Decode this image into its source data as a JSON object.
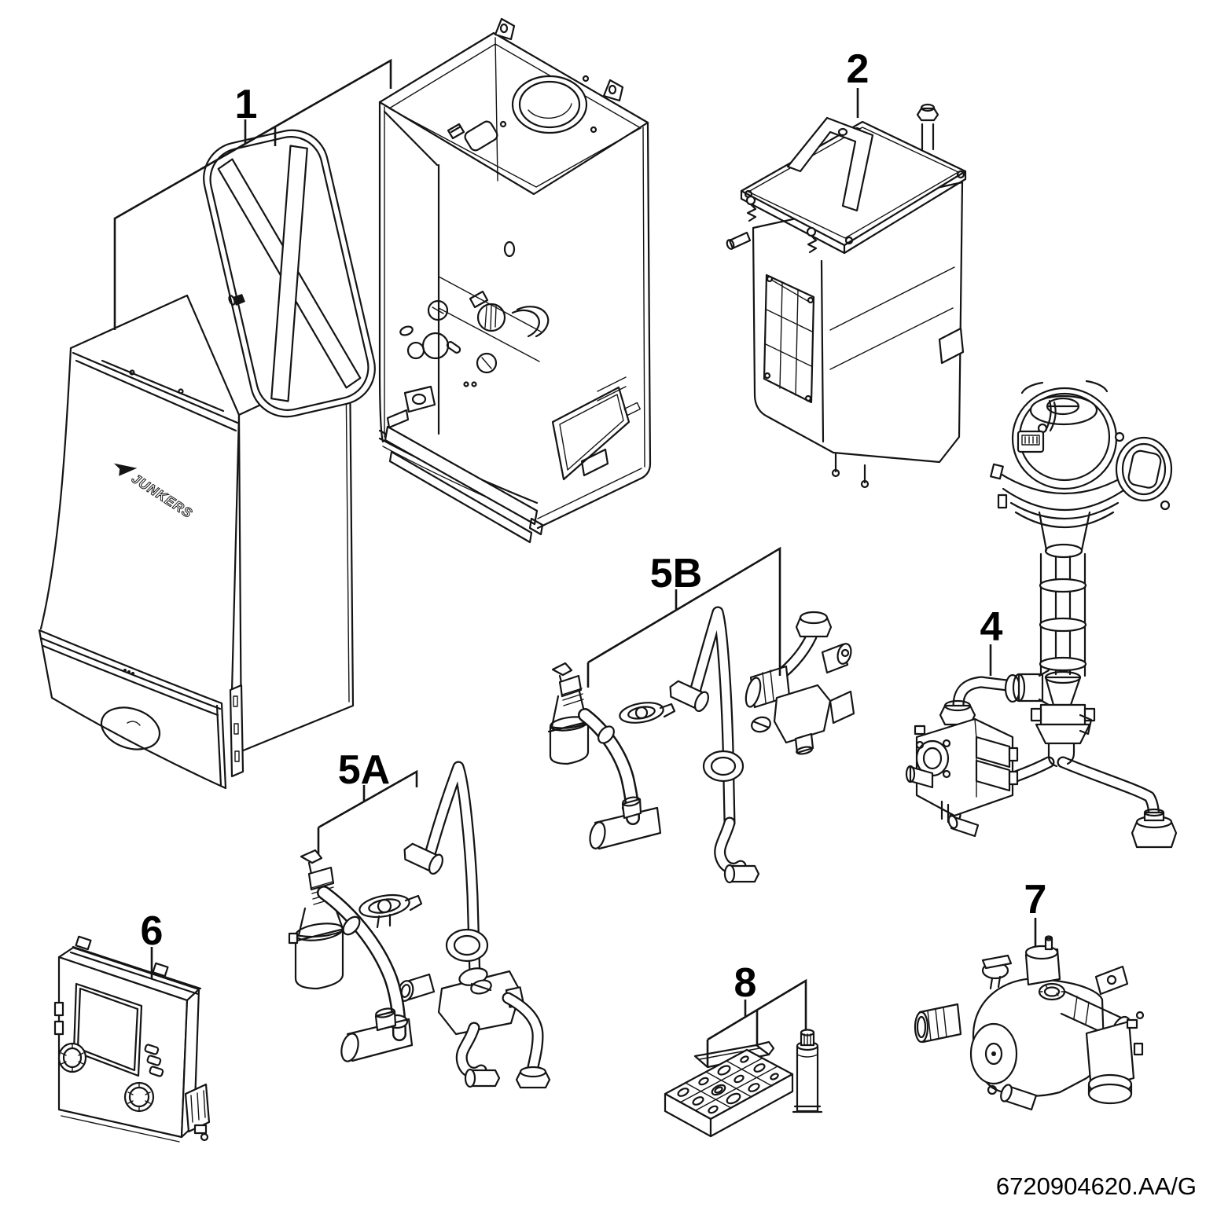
{
  "doc_code": "6720904620.AA/G",
  "brand": "JUNKERS",
  "parts": [
    {
      "label": "1"
    },
    {
      "label": "2"
    },
    {
      "label": "4"
    },
    {
      "label": "5A"
    },
    {
      "label": "5B"
    },
    {
      "label": "6"
    },
    {
      "label": "7"
    },
    {
      "label": "8"
    }
  ]
}
